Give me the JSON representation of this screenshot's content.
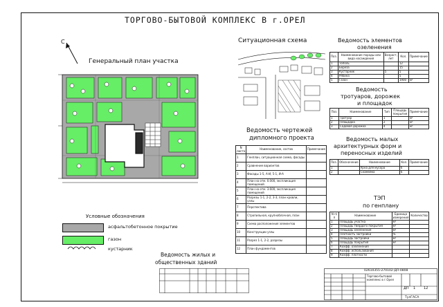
{
  "title": "ТОРГОВО-БЫТОВОЙ КОМПЛЕКС В г.ОРЕЛ",
  "plan": {
    "title_line1": "Генеральный план участка",
    "title_line2": "М 1:500",
    "north": "С"
  },
  "situation": {
    "title": "Ситуационная схема"
  },
  "greens": {
    "title_line1": "Ведомость элементов",
    "title_line2": "озеленения",
    "headers": [
      "Поз.",
      "Наименование породы или вида насаждения",
      "Возраст, лет",
      "Кол.",
      "Примечание"
    ],
    "rows": [
      [
        "1",
        "Тополь",
        "",
        "12",
        ""
      ],
      [
        "2",
        "Береза",
        "",
        "15",
        ""
      ],
      [
        "3",
        "Кустарник",
        "5",
        "5",
        ""
      ],
      [
        "4",
        "Рябина",
        "",
        "5",
        ""
      ],
      [
        "5",
        "Газон",
        "",
        "1900",
        "м²"
      ]
    ]
  },
  "paths": {
    "title_line1": "Ведомость",
    "title_line2": "тротуаров, дорожек",
    "title_line3": "и площадок",
    "headers": [
      "Поз.",
      "Наименование",
      "Тип",
      "Площадь покрытия",
      "Примечание"
    ],
    "rows": [
      [
        "1",
        "Тротуар",
        "1",
        "",
        "м²"
      ],
      [
        "2",
        "Площадка",
        "2",
        "",
        "м²"
      ],
      [
        "3",
        "Садовая дорожка",
        "4",
        "",
        "м²"
      ]
    ]
  },
  "drawings": {
    "title_line1": "Ведомость чертежей",
    "title_line2": "дипломного проекта",
    "headers": [
      "N листа",
      "Наименование, состав",
      "Примечание"
    ],
    "rows": [
      [
        "1",
        "Генплан, ситуационная схема, фасады"
      ],
      [
        "2",
        "Сравнение вариантов"
      ],
      [
        "3",
        "Фасады 1-5, А-И, 5-1, И-А"
      ],
      [
        "4",
        "План на отм. 0.000, экспликация помещений"
      ],
      [
        "5",
        "План на отм. 3.600, экспликация помещений"
      ],
      [
        "6",
        "Разрезы 1-1, 2-2, 3-3, план кровли, узлы"
      ],
      [
        "7",
        "Перспектива"
      ],
      [
        "8",
        "Стропильная, крупноблочная, план"
      ],
      [
        "9",
        "Схема расположения элементов"
      ],
      [
        "10",
        "Конструкции узлы"
      ],
      [
        "11",
        "Разрез 1-1, 2-2, разрезы"
      ],
      [
        "12",
        "План фундаментов"
      ]
    ]
  },
  "maf": {
    "title_line1": "Ведомость малых",
    "title_line2": "архитектурных форм и",
    "title_line3": "переносных изделий",
    "headers": [
      "Поз.",
      "Обозначение",
      "Наименование",
      "Кол.",
      "Примечание"
    ],
    "rows": [
      [
        "1",
        "",
        "Урна для мусора",
        "6",
        ""
      ],
      [
        "2",
        "",
        "Скамейка",
        "6",
        ""
      ]
    ]
  },
  "tep": {
    "title_line1": "ТЭП",
    "title_line2": "по генплану",
    "headers": [
      "N п/п",
      "Наименование",
      "Единица измерения",
      "Количество"
    ],
    "rows": [
      [
        "1",
        "Площадь участка",
        "м²",
        ""
      ],
      [
        "2",
        "Площадь твердого покрытия",
        "м²",
        ""
      ],
      [
        "3",
        "Площадь озеленения",
        "м²",
        ""
      ],
      [
        "4",
        "Плотность застройки",
        "%",
        ""
      ],
      [
        "5",
        "Площадь застройки",
        "м²",
        ""
      ],
      [
        "6",
        "Площадь покрытия",
        "м²",
        ""
      ],
      [
        "7",
        "Коэфф. озеленения",
        "",
        ""
      ],
      [
        "8",
        "Коэфф. использования",
        "",
        ""
      ],
      [
        "9",
        "Коэфф. плотности",
        "",
        ""
      ]
    ]
  },
  "legend": {
    "title": "Условные обозначения",
    "items": [
      {
        "label": "асфальтобетонное покрытие",
        "color": "#a8a8a8"
      },
      {
        "label": "газон",
        "color": "#66ee66"
      },
      {
        "label": "кустарник",
        "color": ""
      }
    ]
  },
  "buildings": {
    "title_line1": "Ведомость жилых и",
    "title_line2": "общественных зданий"
  },
  "stamp": {
    "code": "02610355-270102-ДП-0808",
    "name": "Торгово-бытовой комплекс в г.Орел",
    "stage": "ДП",
    "sheet": "1",
    "sheets": "12",
    "org": "ТулГАСА"
  },
  "colors": {
    "green": "#66ee66",
    "asphalt": "#a8a8a8",
    "dark": "#111111"
  }
}
